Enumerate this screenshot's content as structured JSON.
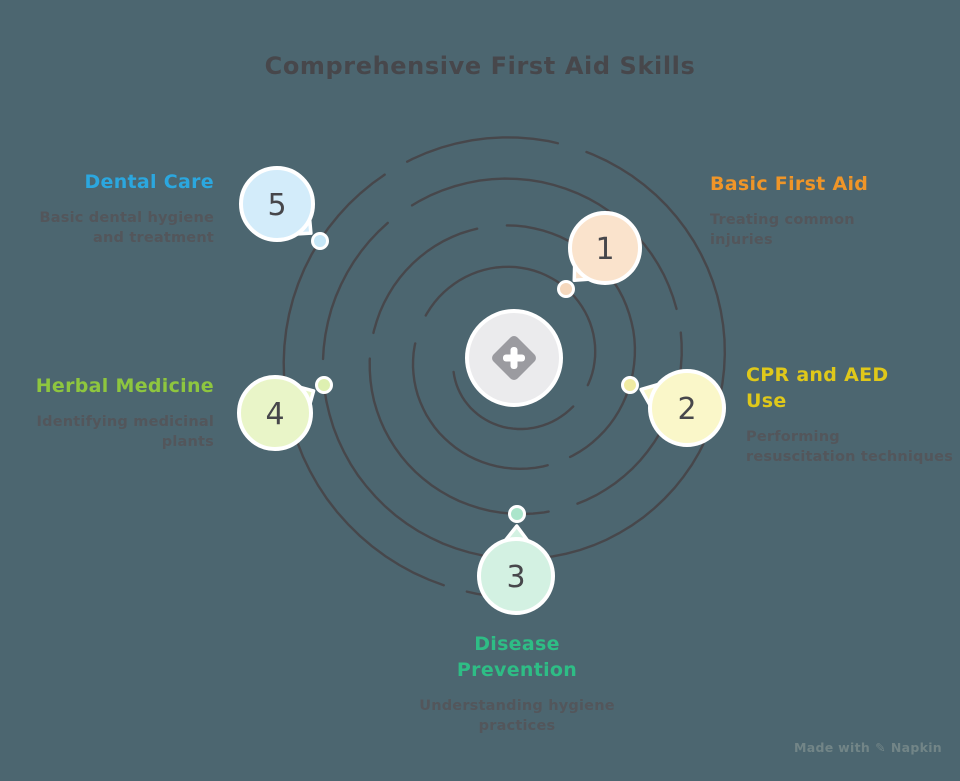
{
  "title": "Comprehensive First Aid Skills",
  "center": {
    "icon": "first-aid-cross-icon"
  },
  "watermark": {
    "prefix": "Made with",
    "icon": "✎",
    "brand": "Napkin"
  },
  "colors": {
    "background": "#4C6670",
    "spiral": "#47474B",
    "title": "#47474B",
    "description": "#53565B",
    "number": "#47474B",
    "center_circle": "#EBEBED",
    "center_diamond": "#9B9BA0",
    "center_cross": "#FFFFFF",
    "bubble_border": "#FFFFFF",
    "watermark": "#7C8D8D"
  },
  "items": [
    {
      "number": "1",
      "title": "Basic First Aid",
      "description": "Treating common\ninjuries",
      "title_color": "#EF9528",
      "bubble_color": "#FAE3CC",
      "dot_color": "#F5D8BD"
    },
    {
      "number": "2",
      "title": "CPR and AED\nUse",
      "description": "Performing\nresuscitation techniques",
      "title_color": "#DFC81A",
      "bubble_color": "#FAF7C9",
      "dot_color": "#F0EBA2"
    },
    {
      "number": "3",
      "title": "Disease\nPrevention",
      "description": "Understanding hygiene\npractices",
      "title_color": "#2EBD85",
      "bubble_color": "#D3F1E2",
      "dot_color": "#ABE5CB"
    },
    {
      "number": "4",
      "title": "Herbal Medicine",
      "description": "Identifying medicinal\nplants",
      "title_color": "#8EC63F",
      "bubble_color": "#E9F5C8",
      "dot_color": "#DEF0B1"
    },
    {
      "number": "5",
      "title": "Dental Care",
      "description": "Basic dental hygiene\nand treatment",
      "title_color": "#2BA7DF",
      "bubble_color": "#D3ECFA",
      "dot_color": "#C5E6F6"
    }
  ]
}
